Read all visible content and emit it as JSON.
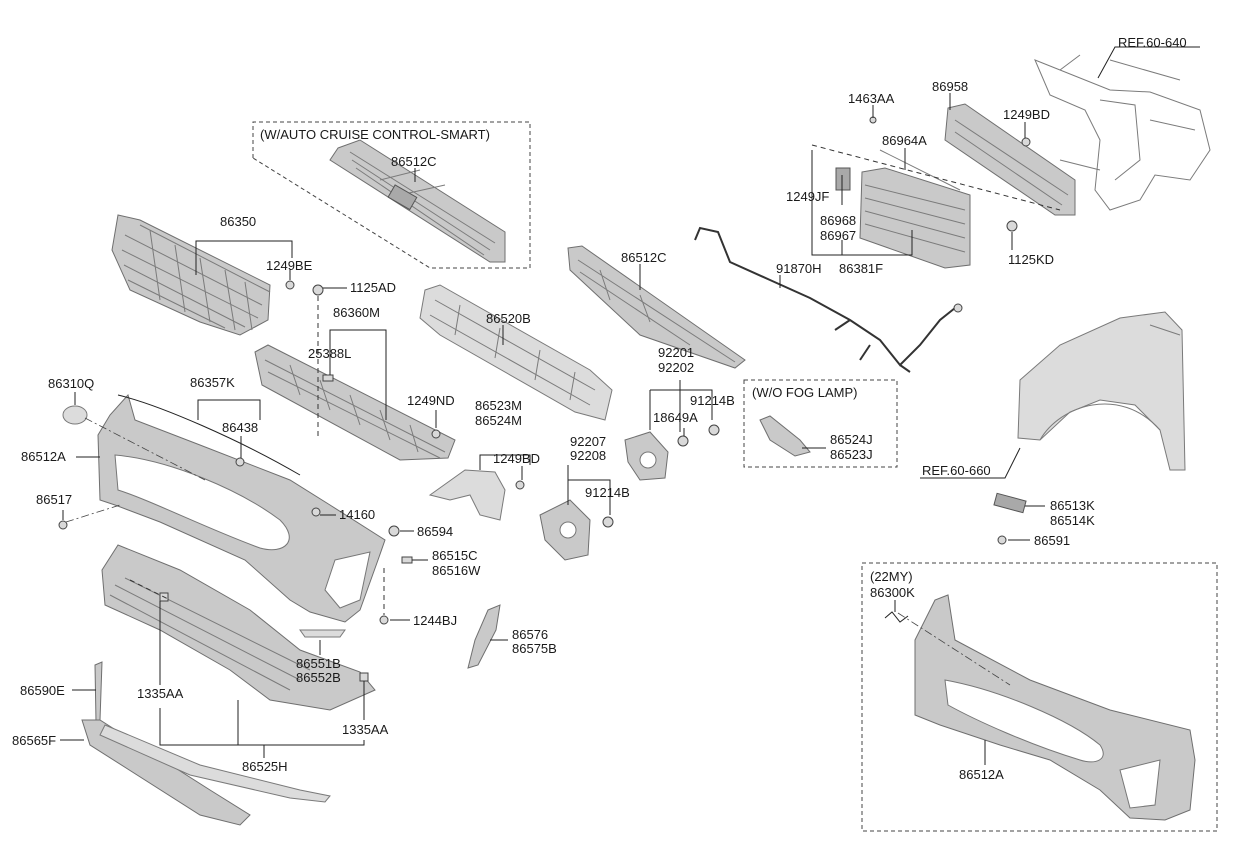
{
  "boxes": {
    "acc_title": "(W/AUTO CRUISE CONTROL-SMART)",
    "fog_title": "(W/O FOG LAMP)",
    "my22_title": "(22MY)"
  },
  "refs": {
    "r1": "REF.60-640",
    "r2": "REF.60-660"
  },
  "labels": {
    "l86512C_a": "86512C",
    "l86512C_b": "86512C",
    "l86350": "86350",
    "l1249BE": "1249BE",
    "l1125AD": "1125AD",
    "l86360M": "86360M",
    "l25388L": "25388L",
    "l86520B": "86520B",
    "l1463AA": "1463AA",
    "l86958": "86958",
    "l1249BD_a": "1249BD",
    "l86964A": "86964A",
    "l1249JF": "1249JF",
    "l86968": "86968",
    "l86967": "86967",
    "l1125KD": "1125KD",
    "l91870H": "91870H",
    "l86381F": "86381F",
    "l86310Q": "86310Q",
    "l86357K": "86357K",
    "l86438": "86438",
    "l86512A_a": "86512A",
    "l1249ND": "1249ND",
    "l86523M": "86523M",
    "l86524M": "86524M",
    "l92201": "92201",
    "l92202": "92202",
    "l18649A": "18649A",
    "l91214B_a": "91214B",
    "l1249BD_b": "1249BD",
    "l92207": "92207",
    "l92208": "92208",
    "l91214B_b": "91214B",
    "l86524J": "86524J",
    "l86523J": "86523J",
    "l86517": "86517",
    "l14160": "14160",
    "l86594": "86594",
    "l86515C": "86515C",
    "l86516W": "86516W",
    "l86513K": "86513K",
    "l86514K": "86514K",
    "l86591": "86591",
    "l1244BJ": "1244BJ",
    "l86576": "86576",
    "l86575B": "86575B",
    "l86551B": "86551B",
    "l86552B": "86552B",
    "l86590E": "86590E",
    "l1335AA_a": "1335AA",
    "l1335AA_b": "1335AA",
    "l86565F": "86565F",
    "l86525H": "86525H",
    "l86300K": "86300K",
    "l86512A_b": "86512A"
  },
  "colors": {
    "part_fill": "#c9c9c9",
    "line": "#222222",
    "background": "#ffffff"
  }
}
